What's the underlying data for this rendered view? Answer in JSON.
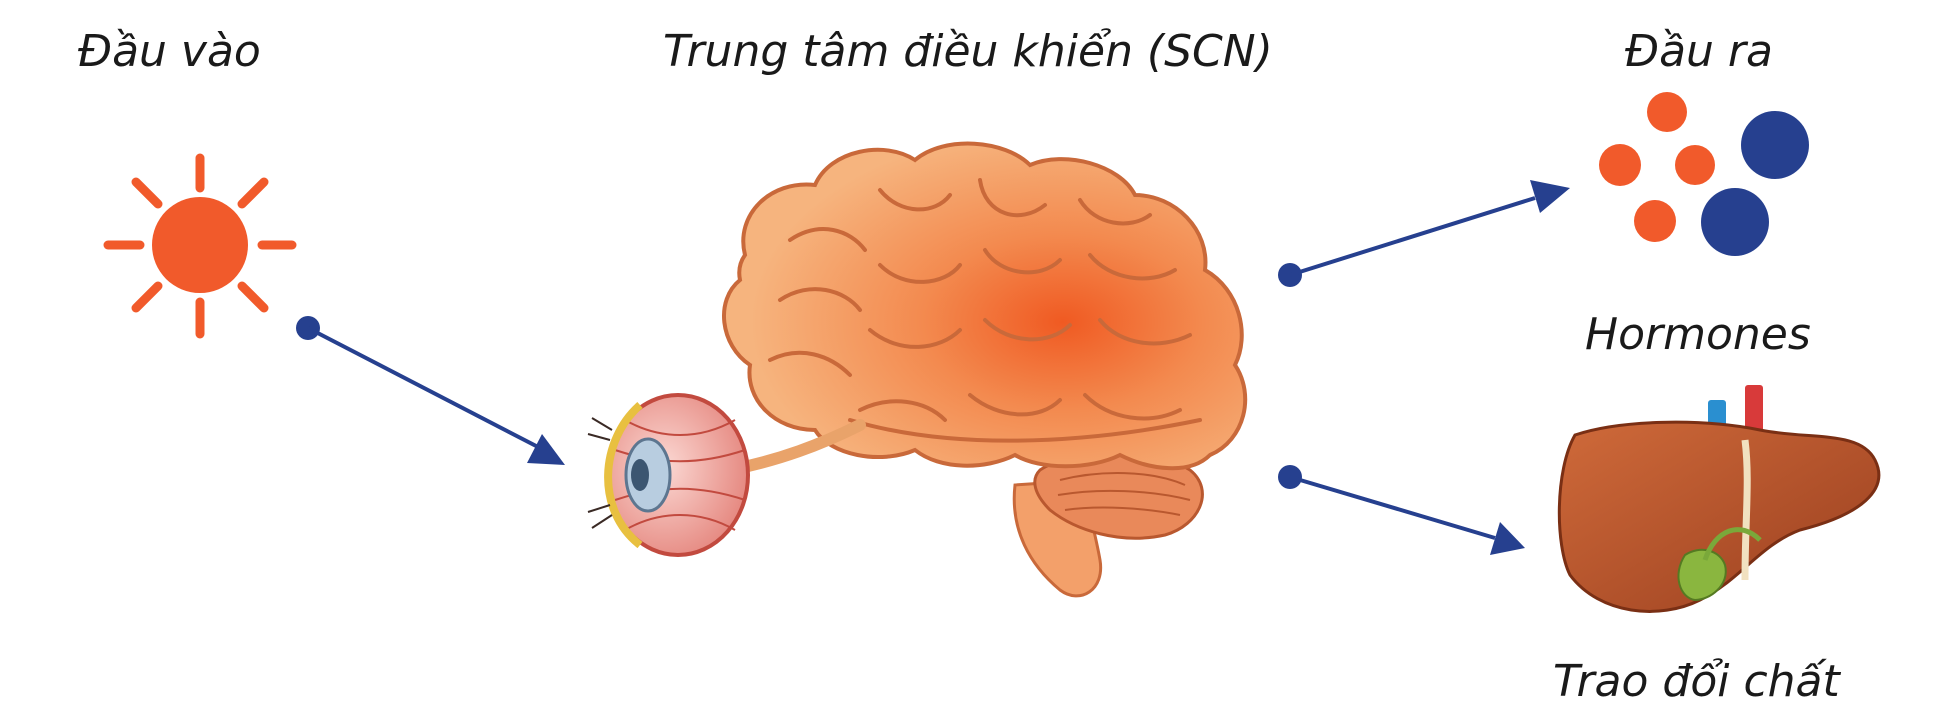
{
  "labels": {
    "input": "Đầu vào",
    "control_center": "Trung tâm điều khiển (SCN)",
    "output": "Đầu ra",
    "hormones": "Hormones",
    "metabolism": "Trao đổi chất"
  },
  "icons": {
    "input": "sun-icon",
    "receptor": "eye-icon",
    "center": "brain-icon",
    "hormones": "hormone-molecules-icon",
    "metabolism": "liver-icon"
  },
  "colors": {
    "orange": "#f15a2b",
    "navy": "#26408f",
    "brain": "#f4a66b",
    "liver": "#b4552b",
    "text": "#1a1a1a"
  }
}
